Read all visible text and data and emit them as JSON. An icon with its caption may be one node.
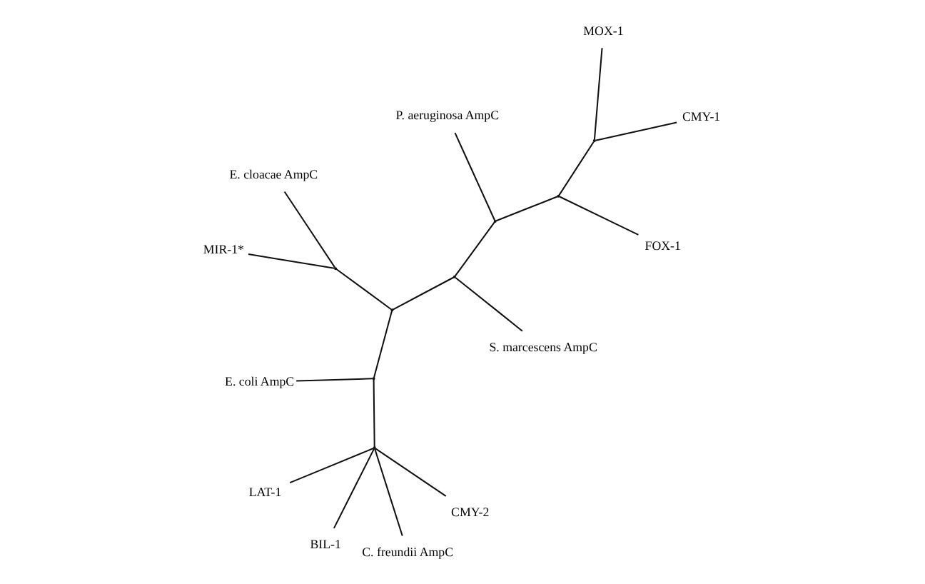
{
  "diagram": {
    "nodes": [
      {
        "text": [
          "MOX-1"
        ]
      },
      {
        "text": [
          "CMY-1"
        ]
      },
      {
        "text": [
          "FOX-1"
        ]
      },
      {
        "text": [
          "P. aeruginosa AmpC"
        ]
      },
      {
        "text": [
          "S. marcescens AmpC"
        ]
      },
      {
        "text": [
          "E. coli AmpC"
        ]
      },
      {
        "text": [
          "LAT-1"
        ]
      },
      {
        "text": [
          "CMY-2"
        ]
      },
      {
        "text": [
          "BIL-1"
        ]
      },
      {
        "text": [
          "C. freundii AmpC"
        ]
      },
      {
        "text": [
          "MIR-1*"
        ]
      },
      {
        "text": [
          "E. cloacae AmpC"
        ]
      },
      {
        "text": [],
        "shape": "point"
      },
      {
        "text": [],
        "shape": "point"
      },
      {
        "text": [],
        "shape": "point"
      },
      {
        "text": [],
        "shape": "point"
      },
      {
        "text": [],
        "shape": "point"
      },
      {
        "text": [],
        "shape": "point"
      },
      {
        "text": [],
        "shape": "point"
      },
      {
        "text": [],
        "shape": "point"
      }
    ],
    "edges": [
      {
        "from": 12,
        "to": 0,
        "arrow": "none"
      },
      {
        "from": 12,
        "to": 1,
        "arrow": "none"
      },
      {
        "from": 13,
        "to": 12,
        "arrow": "none"
      },
      {
        "from": 13,
        "to": 2,
        "arrow": "none"
      },
      {
        "from": 14,
        "to": 13,
        "arrow": "none"
      },
      {
        "from": 14,
        "to": 3,
        "arrow": "none"
      },
      {
        "from": 15,
        "to": 14,
        "arrow": "none"
      },
      {
        "from": 15,
        "to": 4,
        "arrow": "none"
      },
      {
        "from": 16,
        "to": 15,
        "arrow": "none"
      },
      {
        "from": 16,
        "to": 17,
        "arrow": "none"
      },
      {
        "from": 17,
        "to": 10,
        "arrow": "none"
      },
      {
        "from": 17,
        "to": 11,
        "arrow": "none"
      },
      {
        "from": 18,
        "to": 16,
        "arrow": "none"
      },
      {
        "from": 18,
        "to": 5,
        "arrow": "none"
      },
      {
        "from": 18,
        "to": 19,
        "arrow": "none"
      },
      {
        "from": 19,
        "to": 6,
        "arrow": "none"
      },
      {
        "from": 19,
        "to": 7,
        "arrow": "none"
      },
      {
        "from": 19,
        "to": 8,
        "arrow": "none"
      },
      {
        "from": 19,
        "to": 9,
        "arrow": "none"
      }
    ]
  }
}
